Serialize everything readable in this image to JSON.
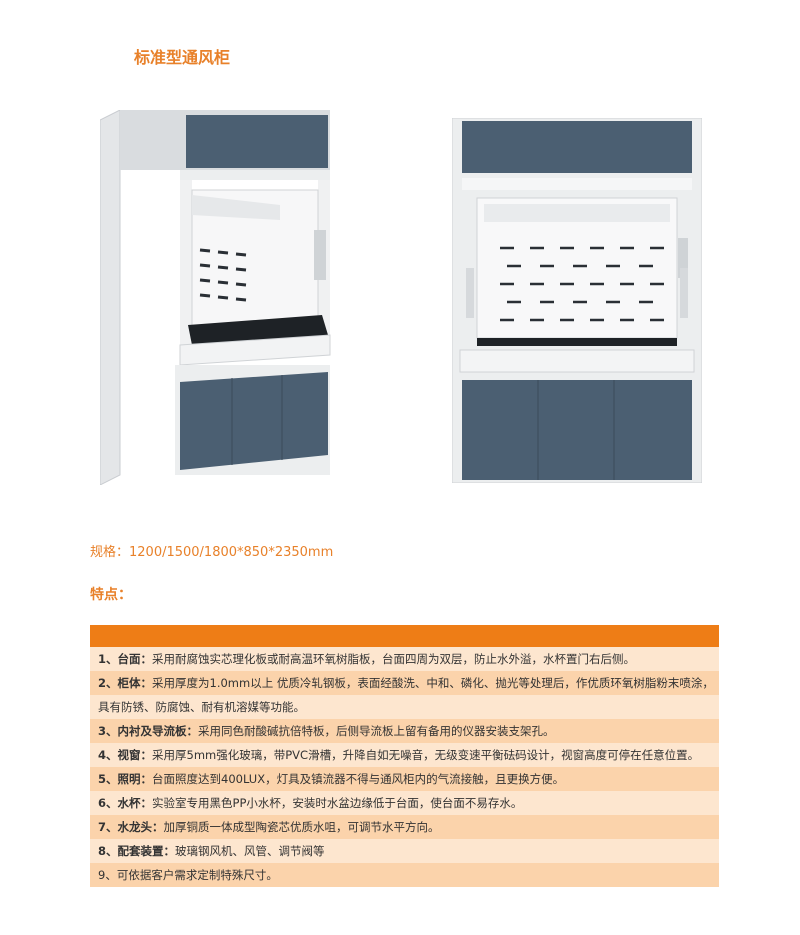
{
  "title": "标准型通风柜",
  "spec": "规格：1200/1500/1800*850*2350mm",
  "features_heading": "特点：",
  "colors": {
    "accent": "#e8812a",
    "header_bar": "#ee7d16",
    "row_light": "#fde6cf",
    "row_dark": "#fbd3ab",
    "panel": "#4b5f72"
  },
  "features": [
    {
      "key": "1、台面：",
      "text": "采用耐腐蚀实芯理化板或耐高温环氧树脂板，台面四周为双层，防止水外溢，水杯置门右后侧。"
    },
    {
      "key": "2、柜体：",
      "text": "采用厚度为1.0mm以上 优质冷轧钢板，表面经酸洗、中和、磷化、抛光等处理后，作优质环氧树脂粉末喷涂，"
    },
    {
      "key": "",
      "text": "具有防锈、防腐蚀、耐有机溶媒等功能。"
    },
    {
      "key": "3、内衬及导流板：",
      "text": "采用同色耐酸碱抗倍特板，后侧导流板上留有备用的仪器安装支架孔。"
    },
    {
      "key": "4、视窗：",
      "text": "采用厚5mm强化玻璃，带PVC滑槽，升降自如无噪音，无级变速平衡砝码设计，视窗高度可停在任意位置。"
    },
    {
      "key": "5、照明：",
      "text": "台面照度达到400LUX，灯具及镇流器不得与通风柜内的气流接触，且更换方便。"
    },
    {
      "key": "6、水杯：",
      "text": "实验室专用黑色PP小水杯，安装时水盆边缘低于台面，使台面不易存水。"
    },
    {
      "key": "7、水龙头：",
      "text": "加厚铜质一体成型陶瓷芯优质水咀，可调节水平方向。"
    },
    {
      "key": "8、配套装置：",
      "text": "玻璃钢风机、风管、调节阀等"
    },
    {
      "key": "",
      "text": "9、可依据客户需求定制特殊尺寸。"
    }
  ]
}
